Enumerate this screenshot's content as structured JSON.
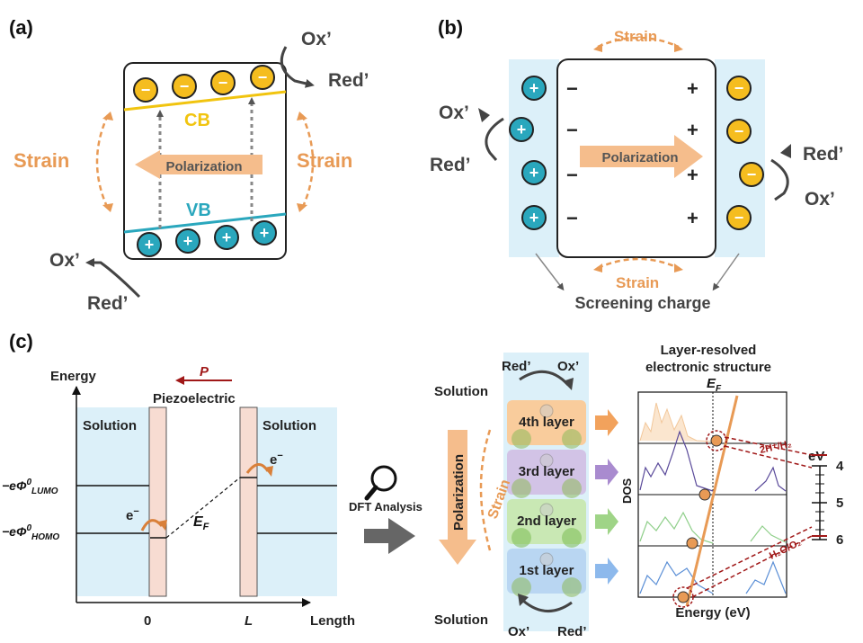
{
  "panels": {
    "a": "(a)",
    "b": "(b)",
    "c": "(c)"
  },
  "a": {
    "ox_top": "Ox’",
    "red_top": "Red’",
    "cb": "CB",
    "vb": "VB",
    "polarization": "Polarization",
    "strain_left": "Strain",
    "strain_right": "Strain",
    "ox_bottom": "Ox’",
    "red_bottom": "Red’",
    "electron_sign": "−",
    "hole_sign": "+"
  },
  "b": {
    "strain_top": "Strain",
    "strain_bottom": "Strain",
    "polarization": "Polarization",
    "ox_left": "Ox’",
    "red_left": "Red’",
    "red_right": "Red’",
    "ox_right": "Ox’",
    "screening": "Screening charge",
    "minus": "−",
    "plus": "+"
  },
  "c": {
    "energy_axis": "Energy",
    "length_axis": "Length",
    "p_label": "P",
    "piezoelectric": "Piezoelectric",
    "solution_left": "Solution",
    "solution_right": "Solution",
    "lumo_main": "−eΦ",
    "lumo_sup": "0",
    "lumo_sub": "LUMO",
    "homo_main": "−eΦ",
    "homo_sup": "0",
    "homo_sub": "HOMO",
    "electron_left": "e",
    "electron_right": "e",
    "electron_sup": "−",
    "ef_main": "E",
    "ef_sub": "F",
    "x_zero": "0",
    "x_L": "L",
    "dft": "DFT Analysis",
    "sol_top": "Solution",
    "sol_bottom": "Solution",
    "red_top": "Red’",
    "ox_top": "Ox’",
    "ox_bottom": "Ox’",
    "red_bottom": "Red’",
    "polarization": "Polarization",
    "strain": "Strain",
    "layers": [
      "4th layer",
      "3rd layer",
      "2nd layer",
      "1st layer"
    ],
    "layer_colors": [
      "#f9cc9c",
      "#d2c3e6",
      "#c9e8b4",
      "#b9d6f2"
    ],
    "arrow_colors": [
      "#f2a25c",
      "#a98bcf",
      "#9fd487",
      "#8db9ec"
    ],
    "dos_title_1": "Layer-resolved",
    "dos_title_2": "electronic structure",
    "dos_ylabel": "DOS",
    "dos_xlabel": "Energy (eV)",
    "dos_ef_main": "E",
    "dos_ef_sub": "F",
    "h2_label": "2H⁺/H₂",
    "o2_label": "H₂O/O₂",
    "ev_label": "eV",
    "ev_ticks": [
      "4",
      "5",
      "6"
    ]
  }
}
